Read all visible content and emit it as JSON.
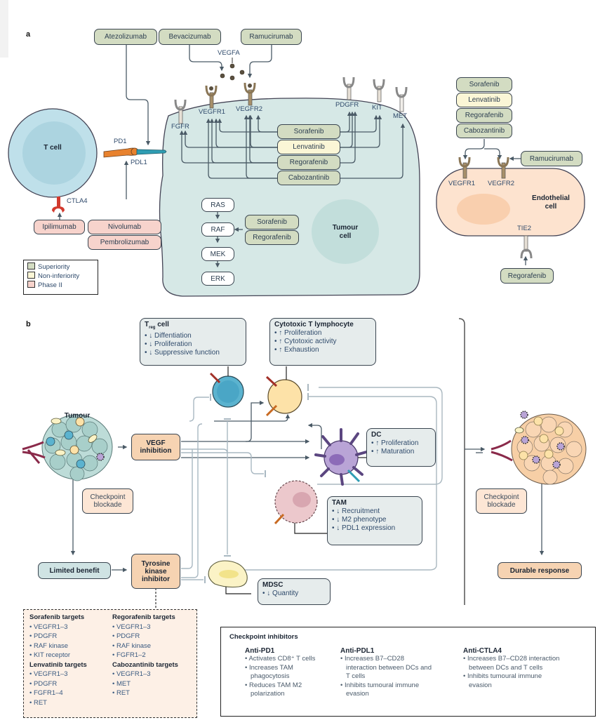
{
  "panels": {
    "a": "a",
    "b": "b"
  },
  "panel_a": {
    "drugs_top": {
      "atezolizumab": "Atezolizumab",
      "bevacizumab": "Bevacizumab",
      "ramucirumab": "Ramucirumab"
    },
    "ligand": "VEGFA",
    "t_cell": "T cell",
    "pd1": "PD1",
    "pdl1": "PDL1",
    "ctla4": "CTLA4",
    "receptors": {
      "fgfr": "FGFR",
      "vegfr1": "VEGFR1",
      "vegfr2": "VEGFR2",
      "pdgfr": "PDGFR",
      "kit": "KIT",
      "met": "MET"
    },
    "tki_stack": [
      "Sorafenib",
      "Lenvatinib",
      "Regorafenib",
      "Cabozantinib"
    ],
    "pathway": [
      "RAS",
      "RAF",
      "MEK",
      "ERK"
    ],
    "raf_inhibitors": [
      "Sorafenib",
      "Regorafenib"
    ],
    "tumour_cell": "Tumour cell",
    "immunotherapy": {
      "ipilimumab": "Ipilimumab",
      "nivolumab": "Nivolumab",
      "pembrolizumab": "Pembrolizumab"
    },
    "legend": [
      {
        "label": "Superiority",
        "color": "#d3dcc2"
      },
      {
        "label": "Non-inferiority",
        "color": "#fbf6d6"
      },
      {
        "label": "Phase II",
        "color": "#f7d3cc"
      }
    ],
    "endothelial": {
      "tki_stack": [
        "Sorafenib",
        "Lenvatinib",
        "Regorafenib",
        "Cabozantinib"
      ],
      "ramucirumab": "Ramucirumab",
      "vegfr1": "VEGFR1",
      "vegfr2": "VEGFR2",
      "cell_label": "Endothelial cell",
      "tie2": "TIE2",
      "regorafenib": "Regorafenib"
    }
  },
  "panel_b": {
    "tumour": "Tumour",
    "vegf_inhibition": "VEGF inhibition",
    "checkpoint_blockade_left": "Checkpoint blockade",
    "limited_benefit": "Limited benefit",
    "tki": "Tyrosine kinase inhibitor",
    "treg": {
      "title_main": "T",
      "title_sub": "reg",
      "title_rest": " cell",
      "items": [
        "↓ Diffentiation",
        "↓ Proliferation",
        "↓ Suppressive function"
      ]
    },
    "ctl": {
      "title": "Cytotoxic T lymphocyte",
      "items": [
        "↑ Proliferation",
        "↑ Cytotoxic activity",
        "↑ Exhaustion"
      ]
    },
    "dc": {
      "title": "DC",
      "items": [
        "↑ Proliferation",
        "↑ Maturation"
      ]
    },
    "tam": {
      "title": "TAM",
      "items": [
        "↓ Recruitment",
        "↓ M2 phenotype",
        "↓ PDL1 expression"
      ]
    },
    "mdsc": {
      "title": "MDSC",
      "items": [
        "↓ Quantity"
      ]
    },
    "checkpoint_blockade_right": "Checkpoint blockade",
    "durable_response": "Durable response",
    "targets": {
      "sorafenib": {
        "title": "Sorafenib targets",
        "items": [
          "VEGFR1–3",
          "PDGFR",
          "RAF kinase",
          "KIT receptor"
        ]
      },
      "lenvatinib": {
        "title": "Lenvatinib targets",
        "items": [
          "VEGFR1–3",
          "PDGFR",
          "FGFR1–4",
          "RET"
        ]
      },
      "regorafenib": {
        "title": "Regorafenib targets",
        "items": [
          "VEGFR1–3",
          "PDGFR",
          "RAF kinase",
          "FGFR1–2"
        ]
      },
      "cabozantinib": {
        "title": "Cabozantinib targets",
        "items": [
          "VEGFR1–3",
          "MET",
          "RET"
        ]
      }
    },
    "checkpoint_inhibitors": {
      "title": "Checkpoint inhibitors",
      "anti_pd1": {
        "title": "Anti-PD1",
        "color": "#e8822e",
        "items": [
          "Activates CD8⁺ T cells",
          "Increases TAM phagocytosis",
          "Reduces TAM M2 polarization"
        ]
      },
      "anti_pdl1": {
        "title": "Anti-PDL1",
        "color": "#2f9db3",
        "items": [
          "Increases B7–CD28 interaction between DCs and T cells",
          "Inhibits tumoural immune evasion"
        ]
      },
      "anti_ctla4": {
        "title": "Anti-CTLA4",
        "color": "#d23a2e",
        "items": [
          "Increases B7–CD28 interaction between DCs and T cells",
          "Inhibits tumoural immune evasion"
        ]
      }
    }
  },
  "colors": {
    "superiority": "#d3dcc2",
    "non_inferiority": "#fbf6d6",
    "phase2": "#f7d3cc",
    "tumour_cell_fill": "#d6e8e6",
    "endothelial_fill": "#fde3cf",
    "t_cell_fill": "#c9e3ea",
    "arrow": "#4a5a66"
  }
}
